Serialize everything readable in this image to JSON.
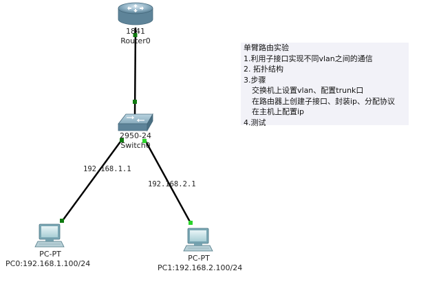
{
  "devices": {
    "router": {
      "model": "1841",
      "name": "Router0"
    },
    "switch": {
      "model": "2950-24",
      "name": "Switch0"
    },
    "pc0": {
      "type": "PC-PT",
      "label": "PC0:192.168.1.100/24"
    },
    "pc1": {
      "type": "PC-PT",
      "label": "PC1:192.168.2.100/24"
    }
  },
  "links": [
    {
      "from": "switch",
      "to": "pc0",
      "label": "192.168.1.1"
    },
    {
      "from": "switch",
      "to": "pc1",
      "label": "192.168.2.1"
    }
  ],
  "note": {
    "title": "单臂路由实验",
    "lines": [
      "1.利用子接口实现不同vlan之间的通信",
      "2. 拓扑结构",
      "3.步骤",
      "交换机上设置vlan、配置trunk口",
      "在路由器上创建子接口、封装ip、分配协议",
      "在主机上配置ip",
      "4.测试"
    ]
  },
  "colors": {
    "link": "#000000",
    "port_up": "#1aa51a",
    "port_dark": "#0f7a0f",
    "note_bg": "#f2f2f8"
  }
}
